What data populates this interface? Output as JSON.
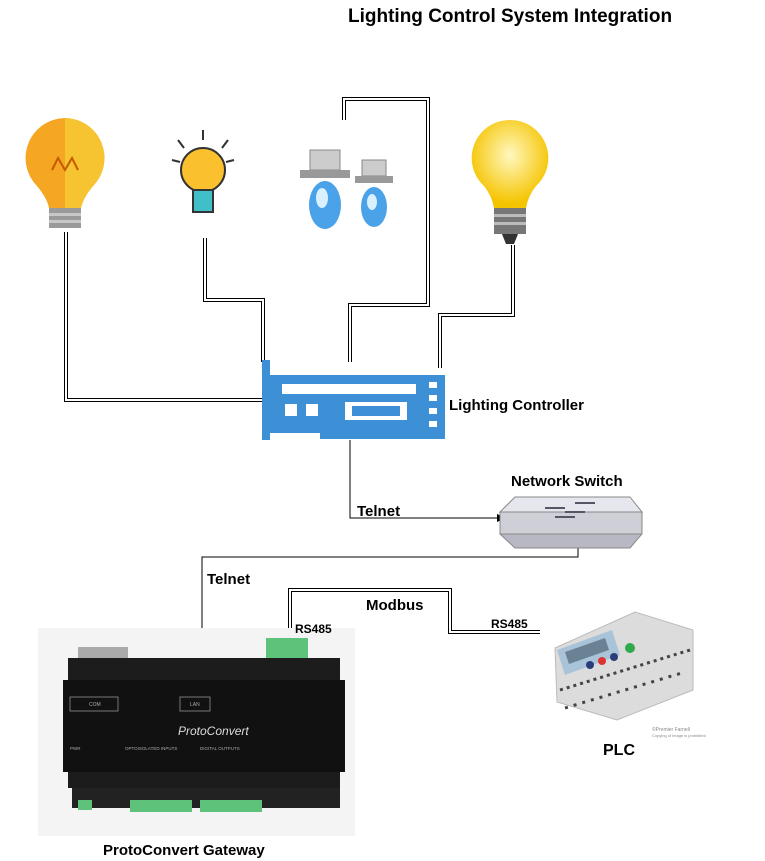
{
  "title": "Lighting Control System Integration",
  "nodes": {
    "controller": "Lighting Controller",
    "switch": "Network Switch",
    "gateway": "ProtoConvert Gateway",
    "plc": "PLC"
  },
  "edges": {
    "telnet_controller_switch": "Telnet",
    "telnet_switch_gateway": "Telnet",
    "modbus": "Modbus",
    "rs485_gateway": "RS485",
    "rs485_plc": "RS485"
  },
  "gateway_device": {
    "brand": "ProtoConvert",
    "port_com": "COM",
    "port_lan": "LAN",
    "inputs": "OPTOISOLATED INPUTS",
    "outputs": "DIGITAL OUTPUTS",
    "power": "PWR"
  },
  "plc_device": {
    "credit": "©Premier Farnell",
    "credit_note": "Copying of image is prohibited"
  },
  "colors": {
    "controller": "#3d8fd6",
    "wire": "#000000",
    "gateway": "#1c1c1c",
    "terminal": "#5fc27a"
  }
}
